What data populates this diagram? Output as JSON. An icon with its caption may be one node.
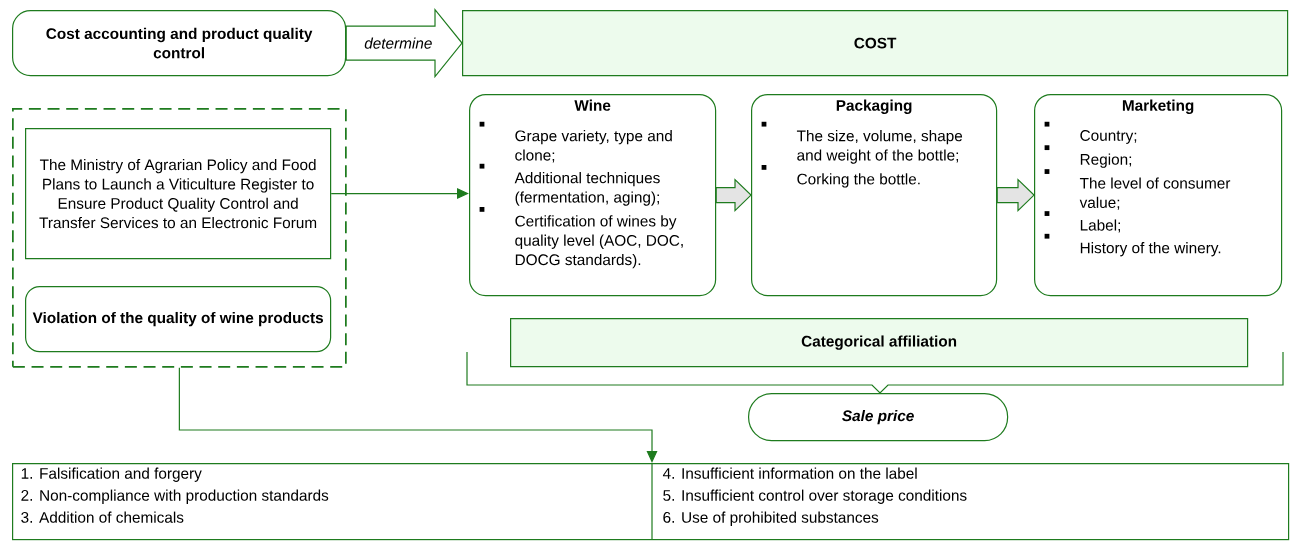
{
  "diagram": {
    "nodes": [
      {
        "text": [
          "Cost accounting and product quality control"
        ]
      },
      {
        "text": [
          "COST"
        ]
      },
      {
        "text": [],
        "shape": "box"
      },
      {
        "text": [
          "The Ministry of Agrarian Policy and Food Plans to Launch a Viticulture Register to Ensure Product Quality Control and Transfer Services to an Electronic Forum"
        ],
        "in": 2
      },
      {
        "text": [
          "Violation of the quality of wine products"
        ],
        "in": 2
      },
      {
        "text": [
          "Wine",
          "Grape variety, type and clone;",
          "Additional techniques (fermentation, aging);",
          "Certification of wines by quality level (AOC, DOC, DOCG standards)."
        ]
      },
      {
        "text": [
          "Packaging",
          "The size, volume, shape and weight of the bottle;",
          "Corking the bottle."
        ]
      },
      {
        "text": [
          "Marketing",
          "Country;",
          "Region;",
          "The level of consumer value;",
          "Label;",
          "History of the winery."
        ]
      },
      {
        "text": [
          "Categorical affiliation"
        ]
      },
      {
        "text": [
          "Sale price"
        ]
      },
      {
        "text": [
          "1. Falsification and forgery",
          "2. Non-compliance with production standards",
          "3. Addition of chemicals",
          "4. Insufficient information on the label",
          "5. Insufficient control over storage conditions",
          "6. Use of prohibited substances"
        ]
      }
    ],
    "edges": [
      {
        "from": 0,
        "to": 1,
        "arrow": "to",
        "label": "determine"
      },
      {
        "from": 3,
        "to": 5,
        "arrow": "to"
      },
      {
        "from": 5,
        "to": 6,
        "arrow": "to"
      },
      {
        "from": 6,
        "to": 7,
        "arrow": "to"
      },
      {
        "from": 2,
        "to": 10,
        "arrow": "to"
      }
    ]
  }
}
